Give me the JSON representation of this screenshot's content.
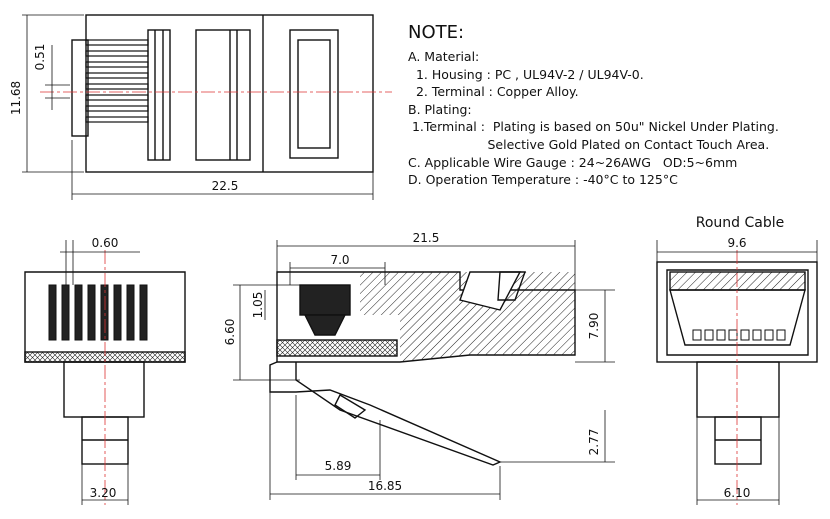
{
  "notes": {
    "title": "NOTE:",
    "lines": [
      "A. Material:",
      "  1. Housing : PC , UL94V-2 / UL94V-0.",
      "  2. Terminal : Copper Alloy.",
      "B. Plating:",
      " 1.Terminal :  Plating is based on 50u\" Nickel Under Plating.",
      "                    Selective Gold Plated on Contact Touch Area.",
      "C. Applicable Wire Gauge : 24~26AWG   OD:5~6mm",
      "D. Operation Temperature : -40°C to 125°C"
    ]
  },
  "views": {
    "round_cable_label": "Round Cable"
  },
  "dimensions": {
    "d_0_51": "0.51",
    "d_11_68": "11.68",
    "d_22_5": "22.5",
    "d_0_60": "0.60",
    "d_3_20": "3.20",
    "d_21_5": "21.5",
    "d_7_0": "7.0",
    "d_1_05": "1.05",
    "d_6_60": "6.60",
    "d_7_90": "7.90",
    "d_2_77": "2.77",
    "d_5_89": "5.89",
    "d_16_85": "16.85",
    "d_9_6": "9.6",
    "d_6_10": "6.10"
  }
}
